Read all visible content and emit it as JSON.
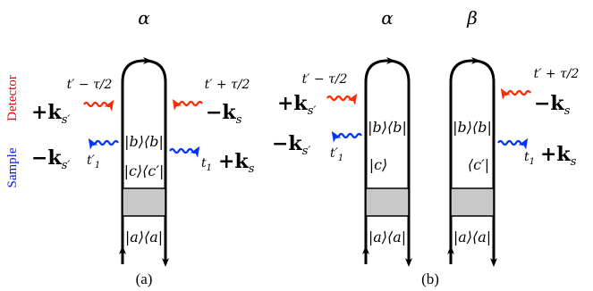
{
  "panel_a": {
    "top_label": "α",
    "caption": "(a)",
    "bra_ket_b": "|b⟩⟨b|",
    "bra_ket_c": "|c⟩⟨c′|",
    "bra_ket_a": "|a⟩⟨a|",
    "left_upper_time": "t′ − τ/2",
    "left_upper_k": "+k",
    "left_upper_sub": "s′",
    "left_lower_k": "−k",
    "left_lower_sub": "s′",
    "left_lower_time": "t′",
    "left_lower_time_sub": "1",
    "right_upper_time": "t′ + τ/2",
    "right_upper_k": "−k",
    "right_upper_sub": "s",
    "right_lower_time": "t",
    "right_lower_time_sub": "1",
    "right_lower_k": "+k",
    "right_lower_sub": "s"
  },
  "side_labels": {
    "detector": "Detector",
    "sample": "Sample"
  },
  "panel_b": {
    "alpha_label": "α",
    "beta_label": "β",
    "caption": "(b)",
    "alpha_b": "|b⟩⟨b|",
    "alpha_c": "|c⟩",
    "alpha_a": "|a⟩⟨a|",
    "beta_b": "|b⟩⟨b|",
    "beta_c": "⟨c′|",
    "beta_a": "|a⟩⟨a|",
    "left_upper_time": "t′ − τ/2",
    "left_upper_k": "+k",
    "left_upper_sub": "s′",
    "left_lower_k": "−k",
    "left_lower_sub": "s′",
    "left_lower_time": "t′",
    "left_lower_time_sub": "1",
    "right_upper_time": "t′ + τ/2",
    "right_upper_k": "−k",
    "right_upper_sub": "s",
    "right_lower_time": "t",
    "right_lower_time_sub": "1",
    "right_lower_k": "+k",
    "right_lower_sub": "s"
  },
  "colors": {
    "detector": "#e8000b",
    "sample": "#0010ff",
    "wave_red": "#ff2a00",
    "wave_blue": "#0033ff",
    "gray_box": "#c8c8c8"
  }
}
